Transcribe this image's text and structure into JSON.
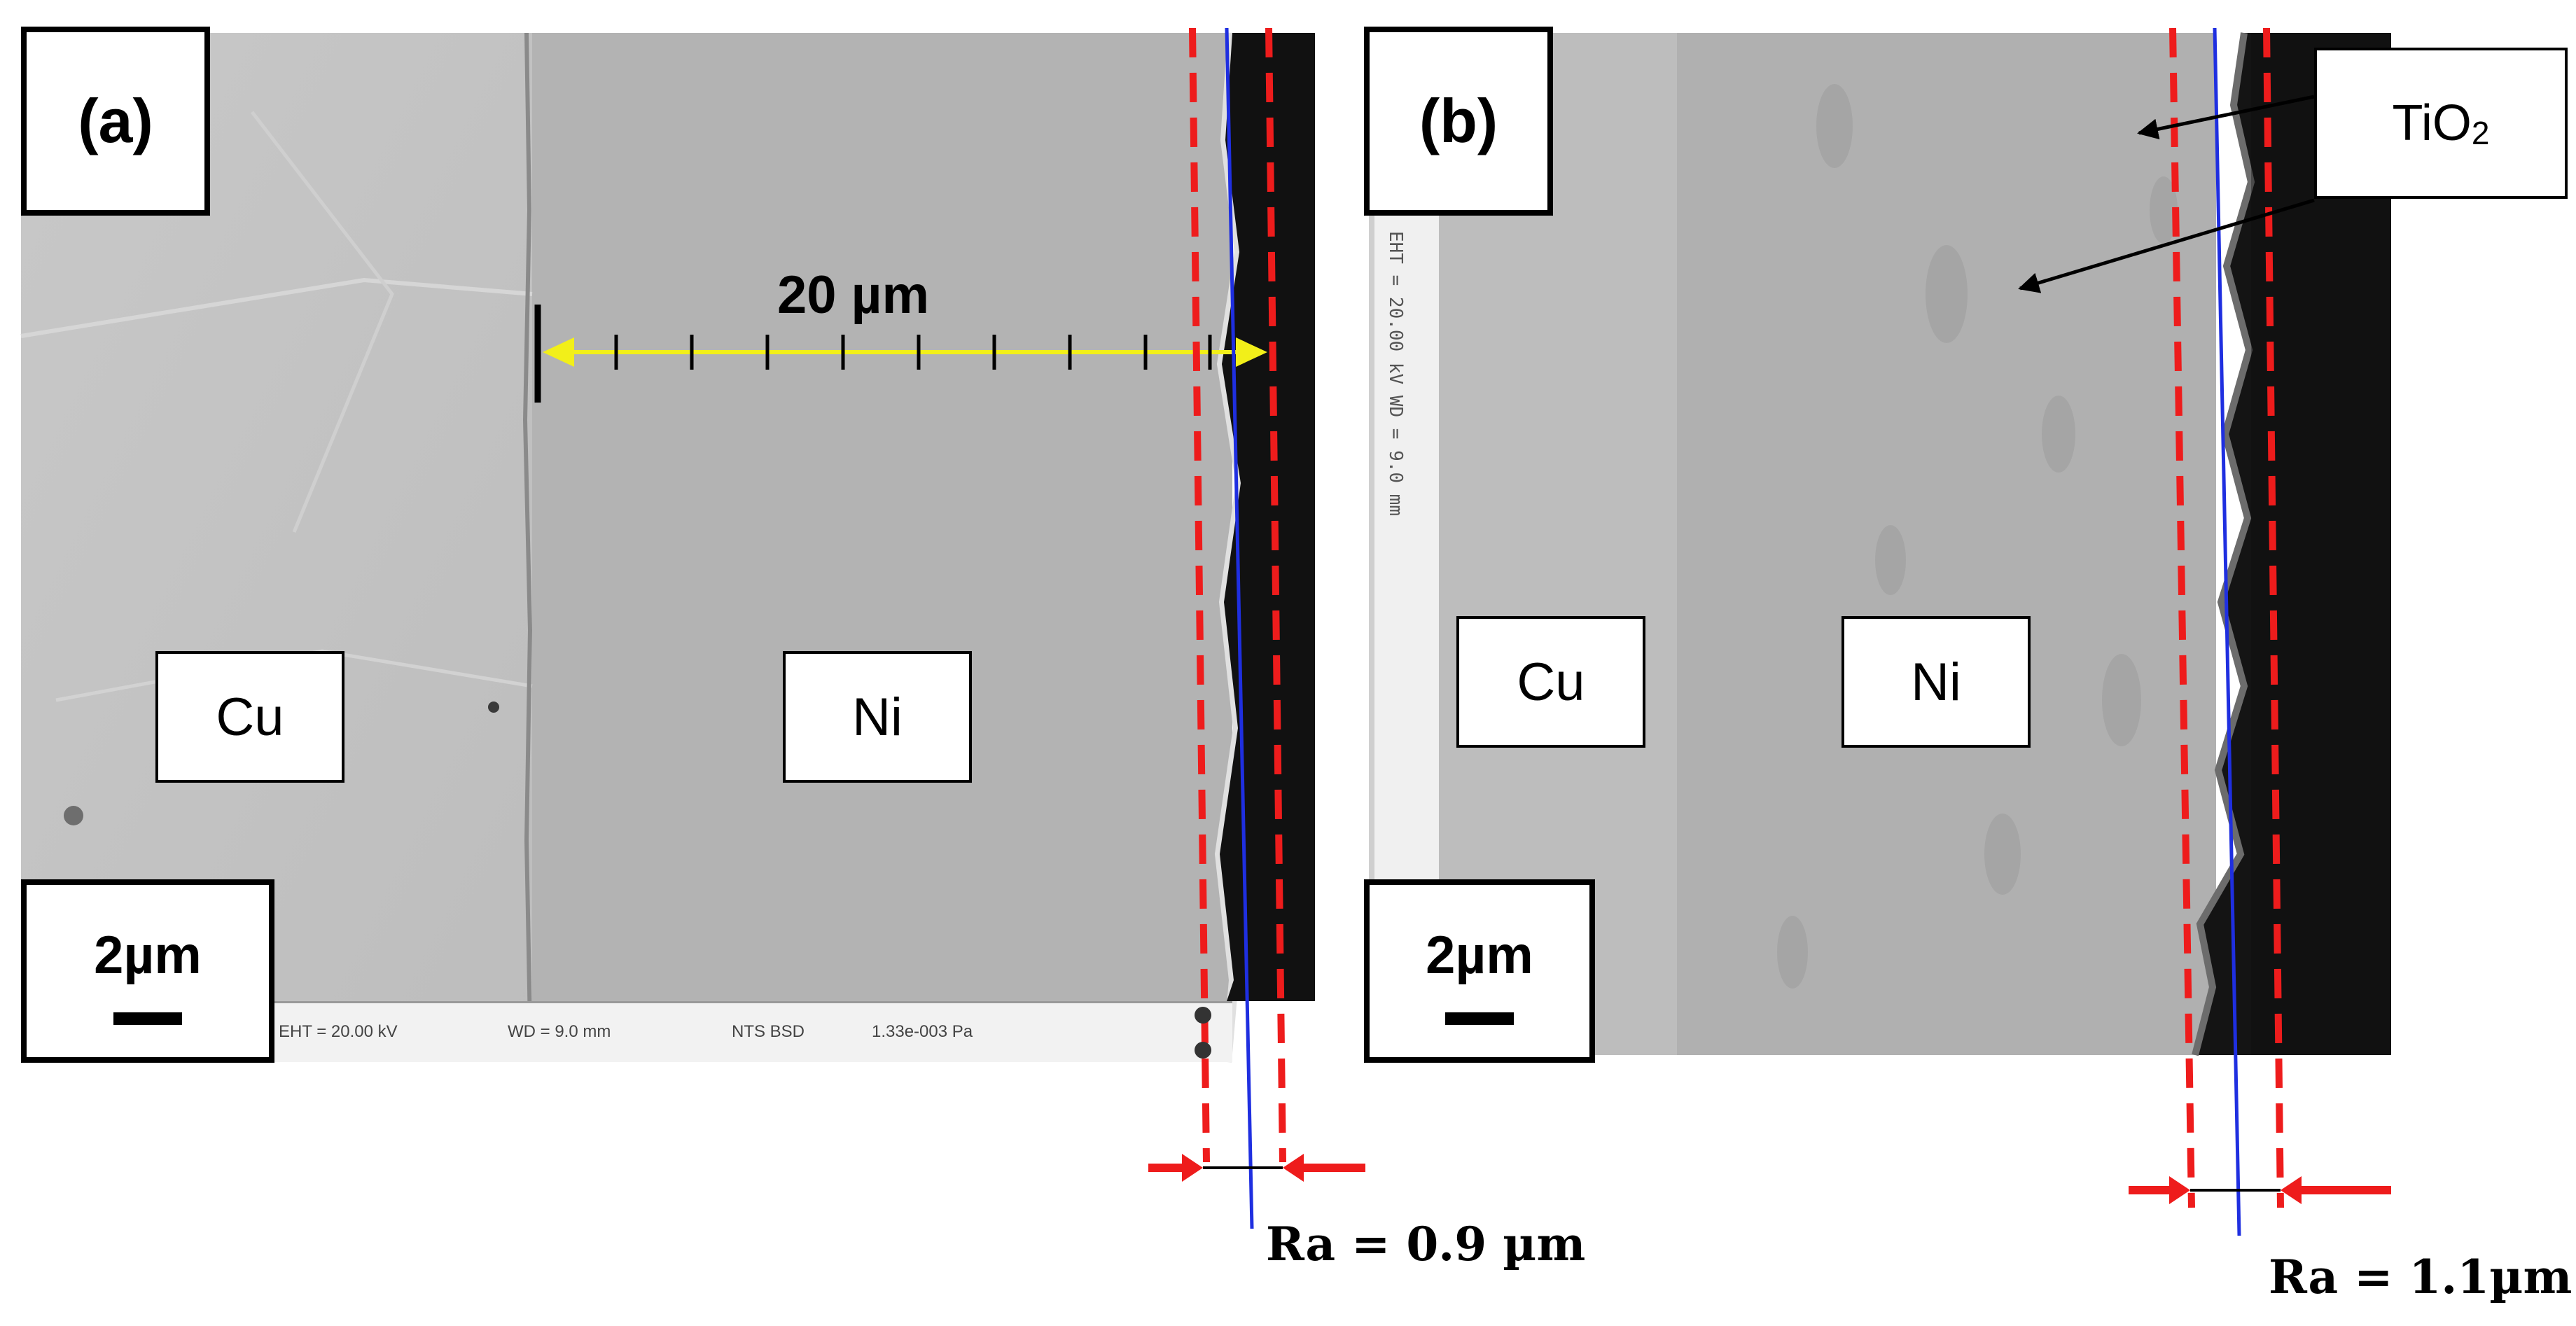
{
  "panels": [
    {
      "label": "(a)",
      "regions": [
        "Cu",
        "Ni"
      ],
      "measurement": "20 µm",
      "scale": "2µm",
      "roughness": "Ra = 0.9 µm",
      "instrument_bar": [
        "EHT = 20.00 kV",
        "WD = 9.0 mm",
        "NTS BSD",
        "1.33e-003 Pa"
      ]
    },
    {
      "label": "(b)",
      "regions": [
        "Cu",
        "Ni"
      ],
      "callout": {
        "main": "TiO",
        "sub": "2"
      },
      "scale": "2µm",
      "roughness": "Ra = 1.1µm"
    }
  ],
  "colors": {
    "sem_gray": "#b4b4b4",
    "coating": "#111111",
    "dashed_bounds": "#ee1c1c",
    "mean_line": "#1f2fe0",
    "measure_arrow": "#f2ef19",
    "arrows": "#ee1c1c"
  }
}
